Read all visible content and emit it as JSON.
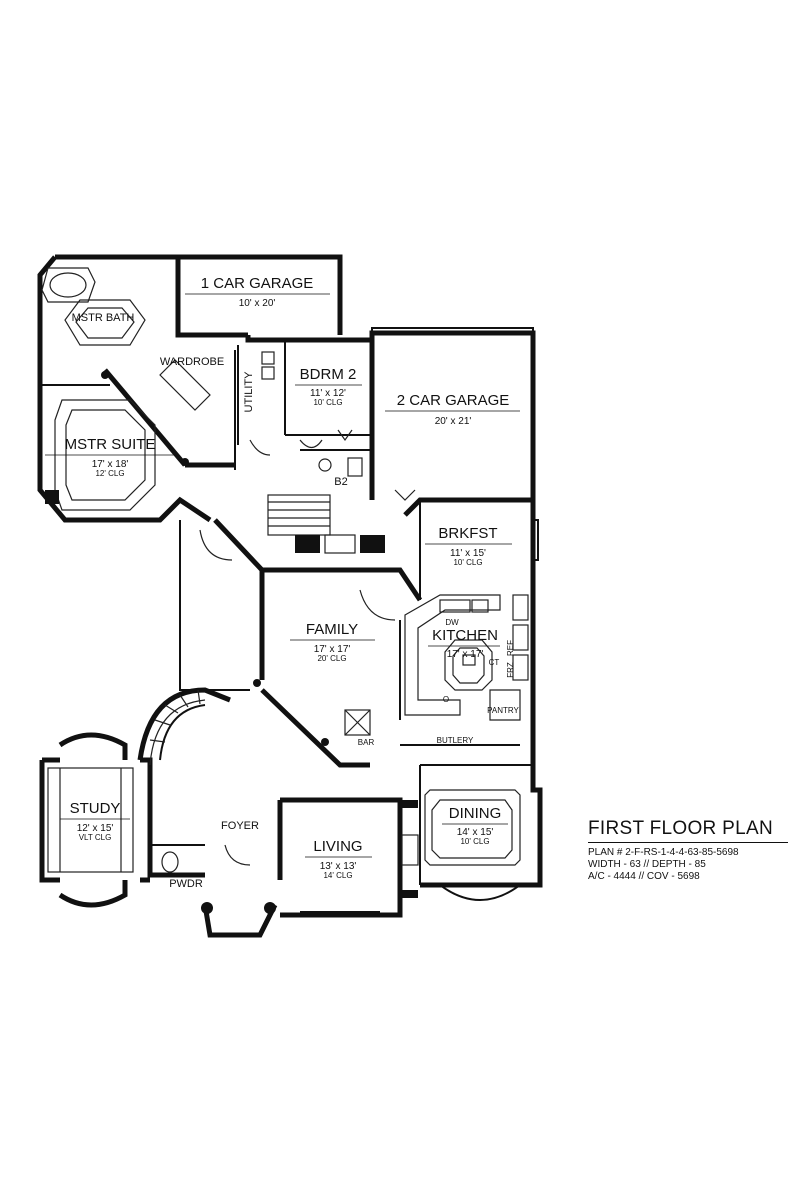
{
  "title": "FIRST FLOOR PLAN",
  "info_lines": [
    "PLAN # 2-F-RS-1-4-4-63-85-5698",
    "WIDTH - 63 // DEPTH - 85",
    "A/C - 4444 // COV - 5698"
  ],
  "rooms": {
    "car_garage_1": {
      "name": "1 CAR GARAGE",
      "dim": "10' x 20'"
    },
    "car_garage_2": {
      "name": "2 CAR GARAGE",
      "dim": "20' x 21'"
    },
    "bdrm_2": {
      "name": "BDRM 2",
      "dim": "11' x 12'",
      "clg": "10' CLG"
    },
    "mstr_bath": {
      "name": "MSTR BATH"
    },
    "wardrobe": {
      "name": "WARDROBE"
    },
    "utility": {
      "name": "UTILITY"
    },
    "mstr_suite": {
      "name": "MSTR SUITE",
      "dim": "17' x 18'",
      "clg": "12' CLG"
    },
    "b2": {
      "name": "B2"
    },
    "brkfst": {
      "name": "BRKFST",
      "dim": "11' x 15'",
      "clg": "10' CLG"
    },
    "family": {
      "name": "FAMILY",
      "dim": "17' x 17'",
      "clg": "20' CLG"
    },
    "kitchen": {
      "name": "KITCHEN",
      "dim": "17' x 17'"
    },
    "pantry": {
      "name": "PANTRY"
    },
    "bar": {
      "name": "BAR"
    },
    "butlery": {
      "name": "BUTLERY"
    },
    "study": {
      "name": "STUDY",
      "dim": "12' x 15'",
      "clg": "VLT CLG"
    },
    "foyer": {
      "name": "FOYER"
    },
    "living": {
      "name": "LIVING",
      "dim": "13' x 13'",
      "clg": "14' CLG"
    },
    "dining": {
      "name": "DINING",
      "dim": "14' x 15'",
      "clg": "10' CLG"
    },
    "pwdr": {
      "name": "PWDR"
    }
  },
  "fixture_labels": {
    "dw": "DW",
    "ct": "CT",
    "ref": "REF",
    "frz": "FRZ",
    "oven": "O"
  }
}
